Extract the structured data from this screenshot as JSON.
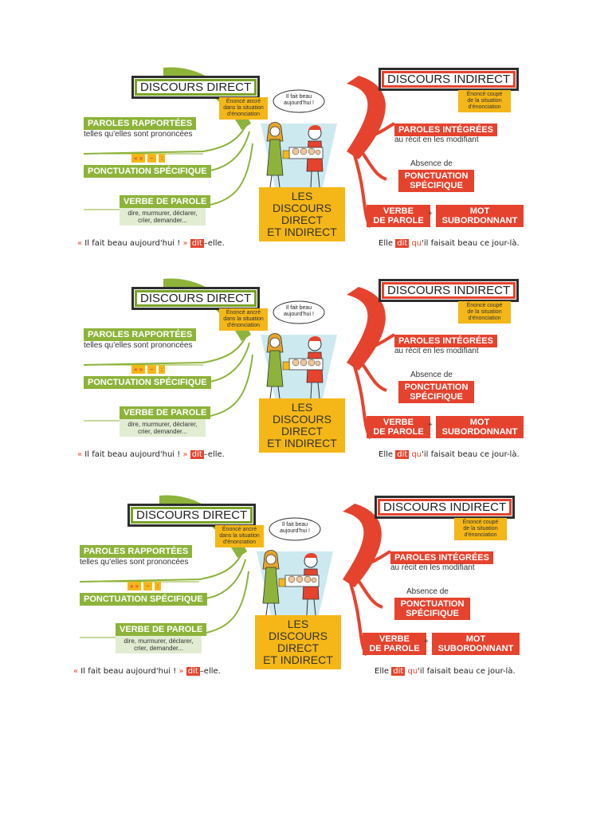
{
  "colors": {
    "green": "#8db33a",
    "red": "#e5432e",
    "yellow": "#f5b717",
    "light_blue": "#cde9f0"
  },
  "center_title": [
    "LES DISCOURS",
    "DIRECT",
    "ET INDIRECT"
  ],
  "direct": {
    "title": "DISCOURS DIRECT",
    "note": [
      "Énoncé ancré",
      "dans la situation",
      "d'énonciation"
    ],
    "paroles_label": "PAROLES RAPPORTÉES",
    "paroles_sub": "telles qu'elles sont prononcées",
    "punct_chips": [
      "«  »",
      "–",
      ":"
    ],
    "punct_label": "PONCTUATION SPÉCIFIQUE",
    "verbe_label": "VERBE DE PAROLE",
    "verbe_examples": [
      "dire, murmurer, déclarer,",
      "crier, demander..."
    ],
    "example": {
      "open": "«",
      "text1": " Il fait beau aujourd'hui ! ",
      "close": "»",
      "verb": "dit",
      "text2": "–elle."
    }
  },
  "indirect": {
    "title": "DISCOURS INDIRECT",
    "note": [
      "Énoncé coupé",
      "de la situation",
      "d'énonciation"
    ],
    "paroles_label": "PAROLES INTÉGRÉES",
    "paroles_sub": "au récit en les modifiant",
    "absence": "Absence de",
    "punct_label": [
      "PONCTUATION",
      "SPÉCIFIQUE"
    ],
    "verbe_label": [
      "VERBE",
      "DE PAROLE"
    ],
    "plus": "+",
    "mot_label": [
      "MOT",
      "SUBORDONNANT"
    ],
    "example": {
      "start": "Elle ",
      "verb": "dit",
      "sub": "qu",
      "end": "'il faisait beau ce jour-là."
    }
  },
  "bubble": [
    "Il fait beau",
    "aujourd'hui !"
  ]
}
